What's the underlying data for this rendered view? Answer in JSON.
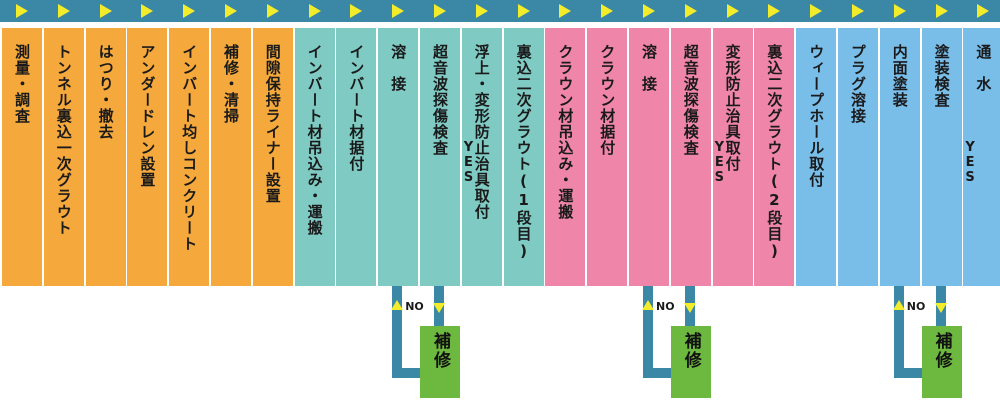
{
  "steps": [
    {
      "label": "測量・調査",
      "color": "orange"
    },
    {
      "label": "トンネル裏込一次グラウト",
      "color": "orange"
    },
    {
      "label": "はつり・撤去",
      "color": "orange"
    },
    {
      "label": "アンダードレン設置",
      "color": "orange"
    },
    {
      "label": "インバート均しコンクリート",
      "color": "orange"
    },
    {
      "label": "補修・清掃",
      "color": "orange"
    },
    {
      "label": "間隙保持ライナー設置",
      "color": "orange"
    },
    {
      "label": "インバート材吊込み・運搬",
      "color": "teal"
    },
    {
      "label": "インバート材据付",
      "color": "teal"
    },
    {
      "label": "溶　接",
      "color": "teal"
    },
    {
      "label": "超音波探傷検査",
      "color": "teal"
    },
    {
      "label": "浮上・変形防止治具取付",
      "color": "teal"
    },
    {
      "label": "裏込二次グラウト(1段目)",
      "color": "teal"
    },
    {
      "label": "クラウン材吊込み・運搬",
      "color": "pink"
    },
    {
      "label": "クラウン材据付",
      "color": "pink"
    },
    {
      "label": "溶　接",
      "color": "pink"
    },
    {
      "label": "超音波探傷検査",
      "color": "pink"
    },
    {
      "label": "変形防止治具取付",
      "color": "pink"
    },
    {
      "label": "裏込二次グラウト(2段目)",
      "color": "pink"
    },
    {
      "label": "ウィープホール取付",
      "color": "blue"
    },
    {
      "label": "プラグ溶接",
      "color": "blue"
    },
    {
      "label": "内面塗装",
      "color": "blue"
    },
    {
      "label": "塗装検査",
      "color": "blue"
    },
    {
      "label": "通　水",
      "color": "blue"
    }
  ],
  "loops": [
    {
      "yes": "YES",
      "no": "NO",
      "repair": "補修"
    },
    {
      "yes": "YES",
      "no": "NO",
      "repair": "補修"
    },
    {
      "yes": "YES",
      "no": "NO",
      "repair": "補修"
    }
  ],
  "colors": {
    "orange": "#f5a83b",
    "teal": "#7fcbc4",
    "pink": "#ef86a9",
    "blue": "#79bde9",
    "bar": "#3a87a6",
    "arrow": "#f2ec2a",
    "repair": "#6db83f"
  }
}
